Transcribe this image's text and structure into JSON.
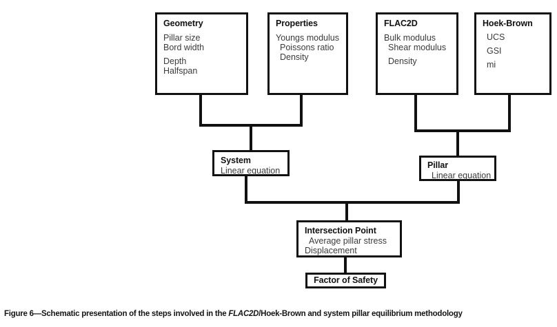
{
  "figure": {
    "caption_prefix": "Figure 6—Schematic presentation of the steps involved in the ",
    "caption_italic": "FLAC2D",
    "caption_suffix": "/Hoek-Brown and system pillar equilibrium methodology",
    "caption_full": "Figure 6—Schematic presentation of the steps involved in the FLAC2D/Hoek-Brown and system pillar equilibrium methodology"
  },
  "colors": {
    "box_border": "#111111",
    "connector": "#111111",
    "background": "#ffffff",
    "title_text": "#111111",
    "body_text": "#3a3a3a"
  },
  "diagram": {
    "type": "flowchart",
    "nodes": {
      "geometry": {
        "title": "Geometry",
        "lines": [
          "Pillar size",
          "Bord width",
          "Depth",
          "Halfspan"
        ]
      },
      "properties": {
        "title": "Properties",
        "lines": [
          "Youngs modulus",
          "Poissons ratio",
          "Density"
        ]
      },
      "flac2d": {
        "title": "FLAC2D",
        "lines": [
          "Bulk modulus",
          "Shear modulus",
          "Density"
        ]
      },
      "hoekbrown": {
        "title": "Hoek-Brown",
        "lines": [
          "UCS",
          "GSI",
          "mi"
        ]
      },
      "system": {
        "title": "System",
        "lines": [
          "Linear equation"
        ]
      },
      "pillar": {
        "title": "Pillar",
        "lines": [
          "Linear equation"
        ]
      },
      "intersection": {
        "title": "Intersection Point",
        "lines": [
          "Average pillar stress",
          "Displacement"
        ]
      },
      "fos": {
        "title": "Factor of Safety",
        "lines": []
      }
    },
    "edges": [
      {
        "from": "geometry",
        "to": "system"
      },
      {
        "from": "properties",
        "to": "system"
      },
      {
        "from": "flac2d",
        "to": "pillar"
      },
      {
        "from": "hoekbrown",
        "to": "pillar"
      },
      {
        "from": "system",
        "to": "intersection"
      },
      {
        "from": "pillar",
        "to": "intersection"
      },
      {
        "from": "intersection",
        "to": "fos"
      }
    ]
  }
}
